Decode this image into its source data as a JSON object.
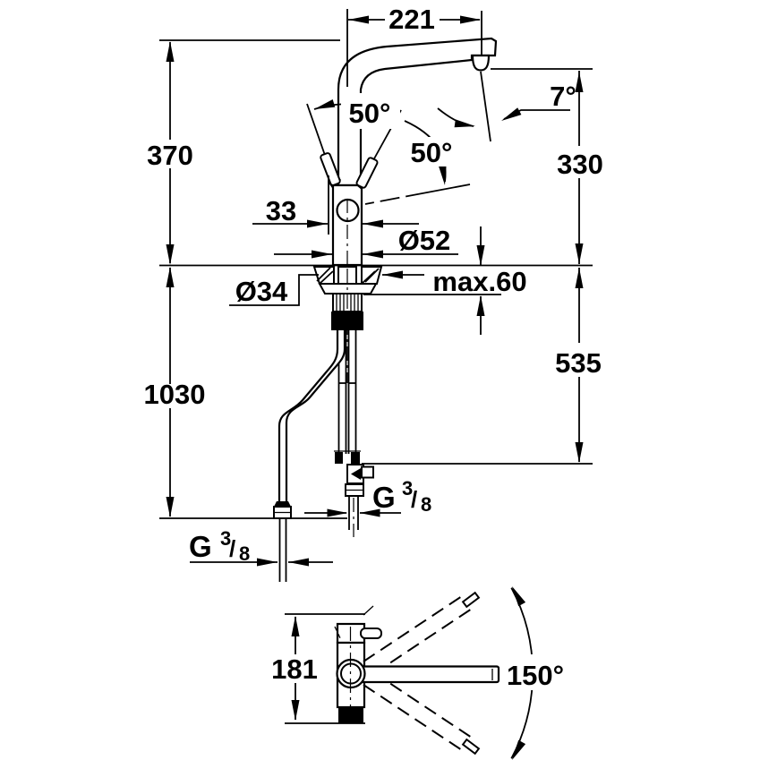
{
  "colors": {
    "line": "#000000",
    "background": "#ffffff"
  },
  "labels": {
    "spout_reach": "221",
    "total_height": "370",
    "spout_height": "330",
    "handle_open_angle": "50°",
    "handle_tilt_angle": "50°",
    "stream_angle": "7°",
    "body_width": "33",
    "body_diameter": "Ø52",
    "mount_hole_diameter": "Ø34",
    "max_deck_thickness": "max.60",
    "connection_height": "535",
    "hose_length": "1030",
    "bottom_depth": "181",
    "swivel_angle": "150°",
    "thread_left": {
      "prefix": "G",
      "numerator": "3",
      "slash": "/",
      "denominator": "8"
    },
    "thread_right": {
      "prefix": "G",
      "numerator": "3",
      "slash": "/",
      "denominator": "8"
    }
  }
}
